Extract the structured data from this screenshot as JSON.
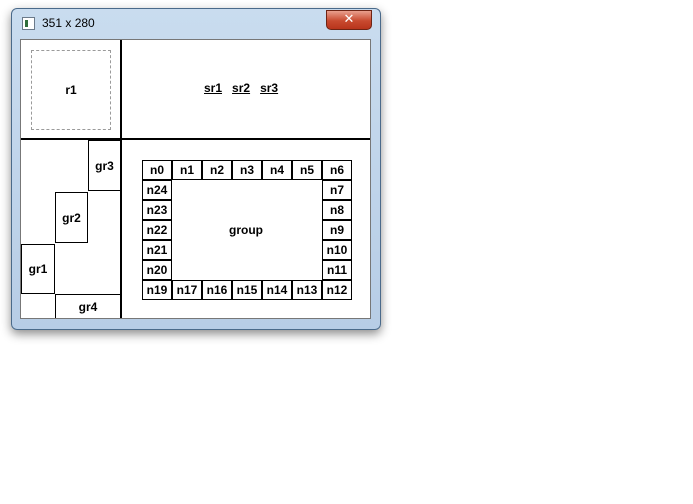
{
  "window": {
    "title": "351 x 280",
    "close_label": "✕",
    "app_icon": "app-window-icon"
  },
  "panes": {
    "r1": "r1",
    "sr": [
      "sr1",
      "sr2",
      "sr3"
    ],
    "gr": {
      "gr1": "gr1",
      "gr2": "gr2",
      "gr3": "gr3",
      "gr4": "gr4"
    },
    "group_label": "group",
    "nodes": {
      "top": [
        "n0",
        "n1",
        "n2",
        "n3",
        "n4",
        "n5",
        "n6"
      ],
      "right": [
        "n7",
        "n8",
        "n9",
        "n10",
        "n11"
      ],
      "bottom": [
        "n19",
        "n17",
        "n16",
        "n15",
        "n14",
        "n13",
        "n12"
      ],
      "left": [
        "n24",
        "n23",
        "n22",
        "n21",
        "n20"
      ]
    }
  }
}
